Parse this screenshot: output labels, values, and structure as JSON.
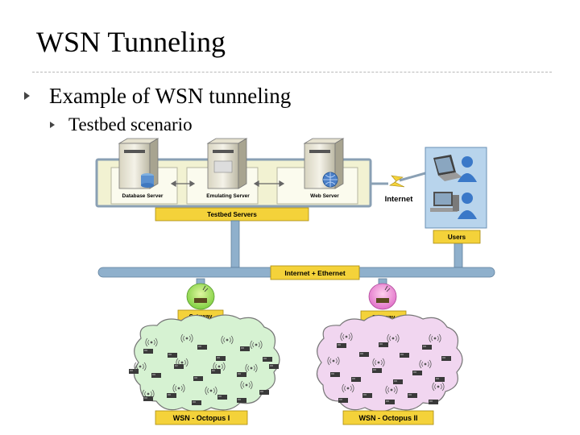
{
  "slide": {
    "title": "WSN Tunneling",
    "bullet_1": "Example of WSN tunneling",
    "bullet_2": "Testbed scenario"
  },
  "diagram": {
    "servers": {
      "database": "Database Server",
      "emulating": "Emulating Server",
      "web": "Web Server",
      "group": "Testbed Servers"
    },
    "internet": "Internet",
    "users": "Users",
    "backbone": "Internet + Ethernet",
    "gateway_left": "Gateway",
    "gateway_right": "Gateway",
    "wsn_left": "WSN  -  Octopus I",
    "wsn_right": "WSN  -  Octopus II"
  },
  "colors": {
    "label_fill": "#f4d23a",
    "pipe": "#8fb0cc",
    "cloud_left": "#d6f2d2",
    "cloud_right": "#f1d6f0",
    "server_panel": "#f2f2d2"
  }
}
